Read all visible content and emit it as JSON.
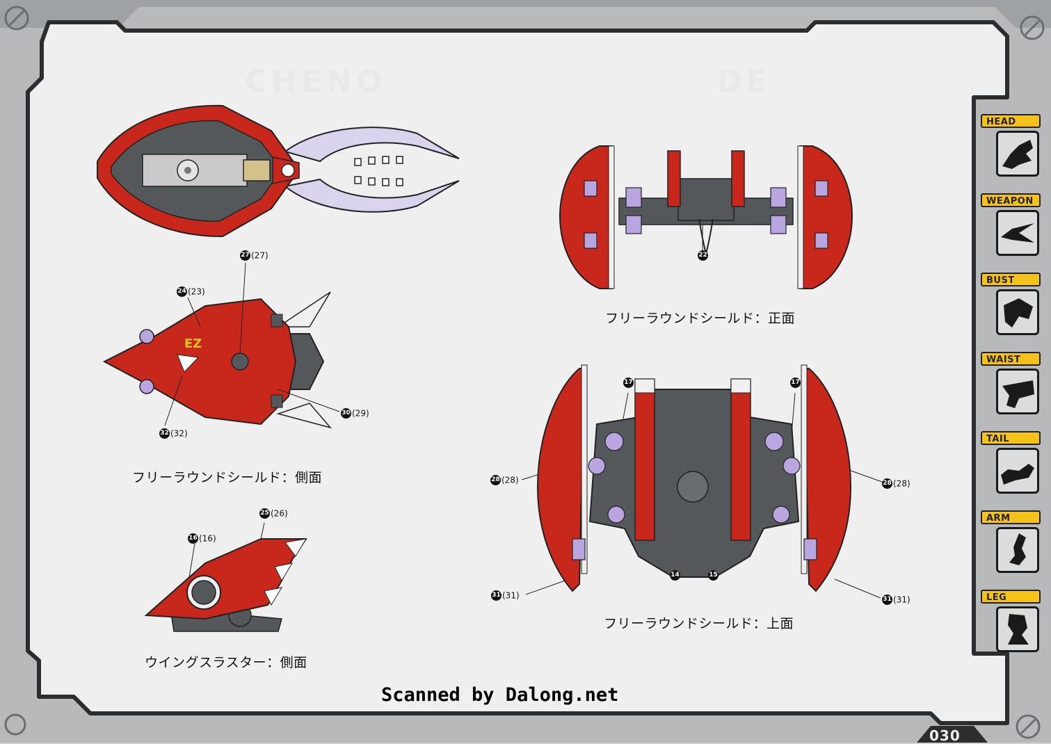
{
  "page": {
    "page_number": "030",
    "watermark": "Scanned by Dalong.net",
    "ghost_heading_left": "CHENO",
    "ghost_heading_right": "DE"
  },
  "sidebar": {
    "tabs": [
      {
        "label": "HEAD",
        "icon": "head-icon"
      },
      {
        "label": "WEAPON",
        "icon": "weapon-icon"
      },
      {
        "label": "BUST",
        "icon": "bust-icon"
      },
      {
        "label": "WAIST",
        "icon": "waist-icon"
      },
      {
        "label": "TAIL",
        "icon": "tail-icon"
      },
      {
        "label": "ARM",
        "icon": "arm-icon"
      },
      {
        "label": "LEG",
        "icon": "leg-icon"
      }
    ]
  },
  "colors": {
    "armor_red": "#c8281c",
    "frame_gray": "#55585a",
    "light_gray": "#c9c9c9",
    "lilac": "#b9a6e0",
    "tab_yellow": "#f5c21b",
    "page_bg": "#efefef"
  },
  "figures": {
    "side_view": {
      "caption": "フリーラウンドシールド：側面",
      "callouts": [
        {
          "num": "27",
          "paren": "(27)"
        },
        {
          "num": "24",
          "paren": "(23)"
        },
        {
          "num": "30",
          "paren": "(29)"
        },
        {
          "num": "32",
          "paren": "(32)"
        }
      ],
      "decal_text": "EZ"
    },
    "front_view": {
      "caption": "フリーラウンドシールド：正面",
      "callouts": [
        {
          "num": "22",
          "paren": ""
        }
      ]
    },
    "top_view": {
      "caption": "フリーラウンドシールド：上面",
      "callouts": [
        {
          "num": "17",
          "paren": ""
        },
        {
          "num": "17",
          "paren": ""
        },
        {
          "num": "28",
          "paren": "(28)"
        },
        {
          "num": "28",
          "paren": "(28)"
        },
        {
          "num": "14",
          "paren": ""
        },
        {
          "num": "15",
          "paren": ""
        },
        {
          "num": "31",
          "paren": "(31)"
        },
        {
          "num": "31",
          "paren": "(31)"
        }
      ]
    },
    "thruster_view": {
      "caption": "ウイングスラスター：側面",
      "callouts": [
        {
          "num": "25",
          "paren": "(26)"
        },
        {
          "num": "16",
          "paren": "(16)"
        }
      ]
    }
  }
}
